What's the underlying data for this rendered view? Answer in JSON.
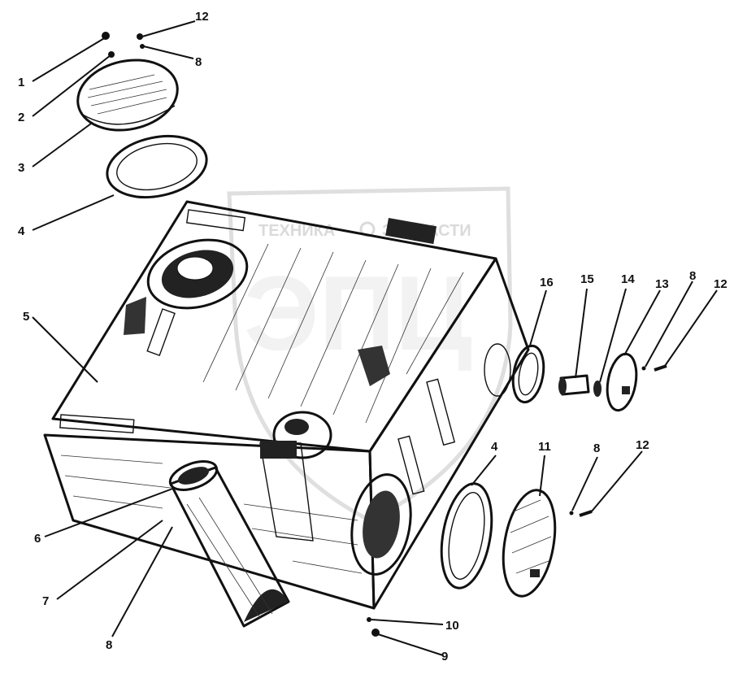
{
  "watermark": {
    "brand_left": "ТЕХНИКА",
    "brand_right": "ЗАПЧАСТИ",
    "logo_letters": "ЭПЦ",
    "color": "#c4c4c4"
  },
  "part_labels": [
    {
      "id": "1",
      "text": "1"
    },
    {
      "id": "2",
      "text": "2"
    },
    {
      "id": "3",
      "text": "3"
    },
    {
      "id": "4a",
      "text": "4"
    },
    {
      "id": "5",
      "text": "5"
    },
    {
      "id": "6",
      "text": "6"
    },
    {
      "id": "7",
      "text": "7"
    },
    {
      "id": "8a",
      "text": "8"
    },
    {
      "id": "9",
      "text": "9"
    },
    {
      "id": "10",
      "text": "10"
    },
    {
      "id": "12a",
      "text": "12"
    },
    {
      "id": "8b",
      "text": "8"
    },
    {
      "id": "16",
      "text": "16"
    },
    {
      "id": "15",
      "text": "15"
    },
    {
      "id": "14",
      "text": "14"
    },
    {
      "id": "13",
      "text": "13"
    },
    {
      "id": "8c",
      "text": "8"
    },
    {
      "id": "12b",
      "text": "12"
    },
    {
      "id": "4b",
      "text": "4"
    },
    {
      "id": "11",
      "text": "11"
    },
    {
      "id": "8d",
      "text": "8"
    },
    {
      "id": "12c",
      "text": "12"
    }
  ]
}
